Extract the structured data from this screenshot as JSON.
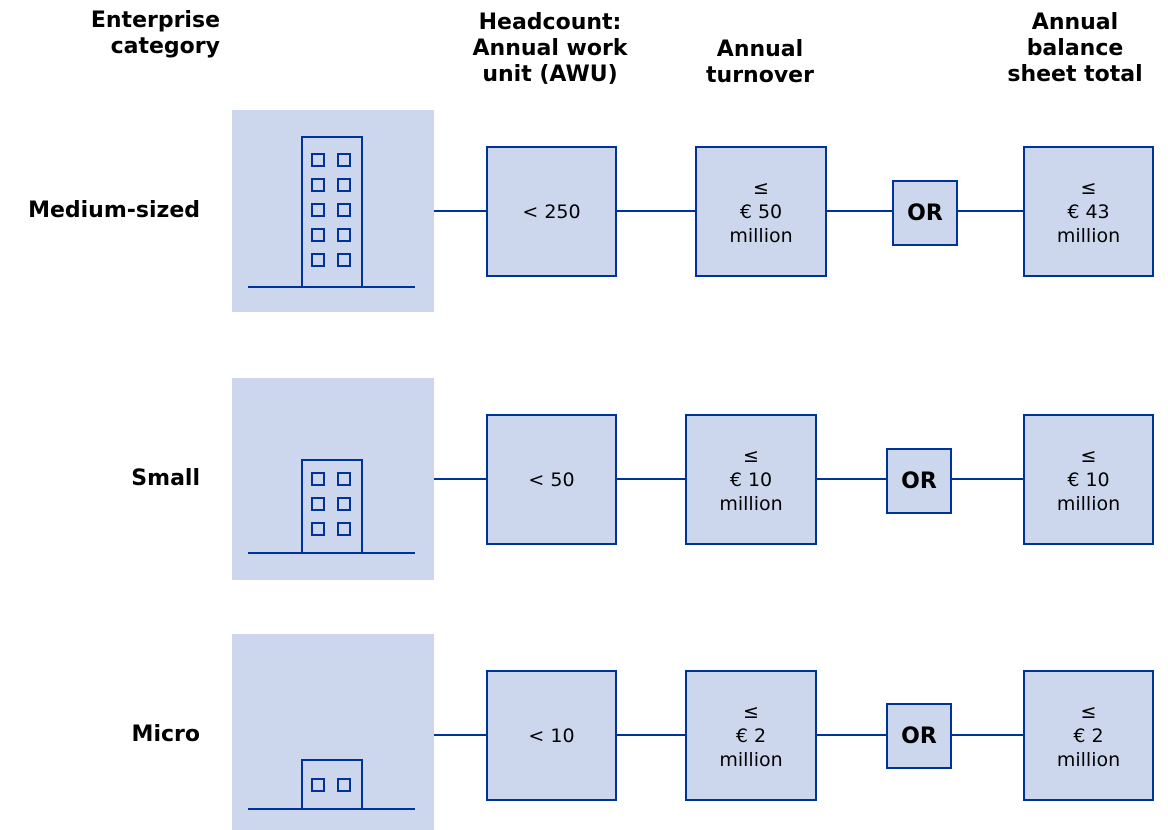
{
  "headers": {
    "category": "Enterprise\ncategory",
    "headcount": "Headcount:\nAnnual work\nunit (AWU)",
    "turnover": "Annual\nturnover",
    "balance": "Annual\nbalance\nsheet total"
  },
  "colors": {
    "box_fill": "#ccd7ee",
    "line": "#003399"
  },
  "rows": [
    {
      "category": "Medium-sized",
      "headcount": "< 250",
      "turnover": {
        "symbol": "≤",
        "amount": "€ 50",
        "unit": "million"
      },
      "or_label": "OR",
      "balance": {
        "symbol": "≤",
        "amount": "€ 43",
        "unit": "million"
      },
      "building_icon": "medium-building-icon"
    },
    {
      "category": "Small",
      "headcount": "< 50",
      "turnover": {
        "symbol": "≤",
        "amount": "€ 10",
        "unit": "million"
      },
      "or_label": "OR",
      "balance": {
        "symbol": "≤",
        "amount": "€ 10",
        "unit": "million"
      },
      "building_icon": "small-building-icon"
    },
    {
      "category": "Micro",
      "headcount": "< 10",
      "turnover": {
        "symbol": "≤",
        "amount": "€ 2",
        "unit": "million"
      },
      "or_label": "OR",
      "balance": {
        "symbol": "≤",
        "amount": "€ 2",
        "unit": "million"
      },
      "building_icon": "micro-building-icon"
    }
  ]
}
